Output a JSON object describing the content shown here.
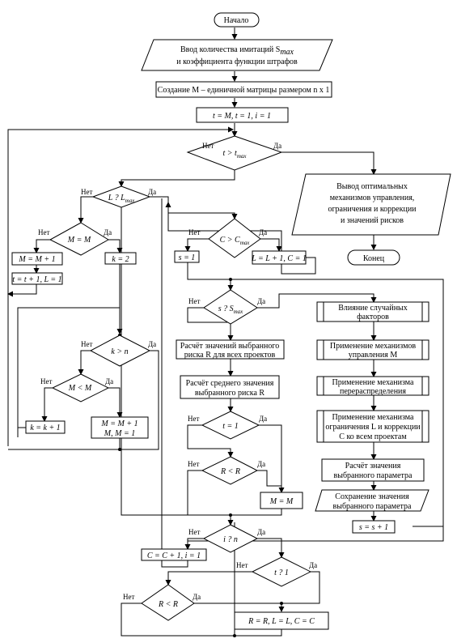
{
  "labels": {
    "start": "Начало",
    "input1": "Ввод количества имитаций S",
    "input1_sub": "max",
    "input2": "и коэффициента функции штрафов",
    "create_matrix": "Создание M – единичной матрицы размером n x 1",
    "init": "t = M, t = 1, i = 1",
    "cond_t": "t > t",
    "cond_t_sub": "max",
    "output1": "Вывод оптимальных",
    "output2": "механизмов управления,",
    "output3": "ограничения и коррекции",
    "output4": "и значений рисков",
    "end": "Конец",
    "cond_L": "L ? L",
    "cond_L_sub": "max",
    "cond_Mi": "M = M",
    "cond_C": "C > C",
    "cond_C_sub": "max",
    "inc_Mi": "M = M + 1",
    "k2": "k = 2",
    "s1": "s = 1",
    "LC": "L = L + 1, C = 1",
    "t_inc": "t = t + 1, L = 1",
    "cond_s": "s ? S",
    "cond_s_sub": "max",
    "random1": "Влияние случайных",
    "random2": "факторов",
    "risk1": "Расчёт значений выбранного",
    "risk2": "риска R  для всех проектов",
    "apply_mech1": "Применение механизмов",
    "apply_mech2": "управления M",
    "cond_k": "k > n",
    "mean1": "Расчёт среднего значения",
    "mean2": "выбранного риска R",
    "redistrib1": "Применение механизма",
    "redistrib2": "перераспределения",
    "cond_Mk": "M  < M",
    "limit1": "Применение механизма",
    "limit2": "ограничения L и коррекции",
    "limit3": "C ко всем проектам",
    "cond_t1": "t = 1",
    "k_inc": "k = k + 1",
    "Mupd1": "M = M + 1",
    "Mupd2": "M, M   = 1",
    "calc_param1": "Расчёт значения",
    "calc_param2": "выбранного параметра",
    "cond_Rcompare": "R  < R",
    "save1": "Сохранение значения",
    "save2": "выбранного параметра",
    "Mopt": "M    = M",
    "s_inc": "s = s + 1",
    "cond_i": "i ? n",
    "Cinc": "C = C + 1, i = 1",
    "cond_t1b": "t ? 1",
    "cond_R": "R < R",
    "final": "R    = R, L    = L, C    = C"
  },
  "yes": "Да",
  "no": "Нет"
}
